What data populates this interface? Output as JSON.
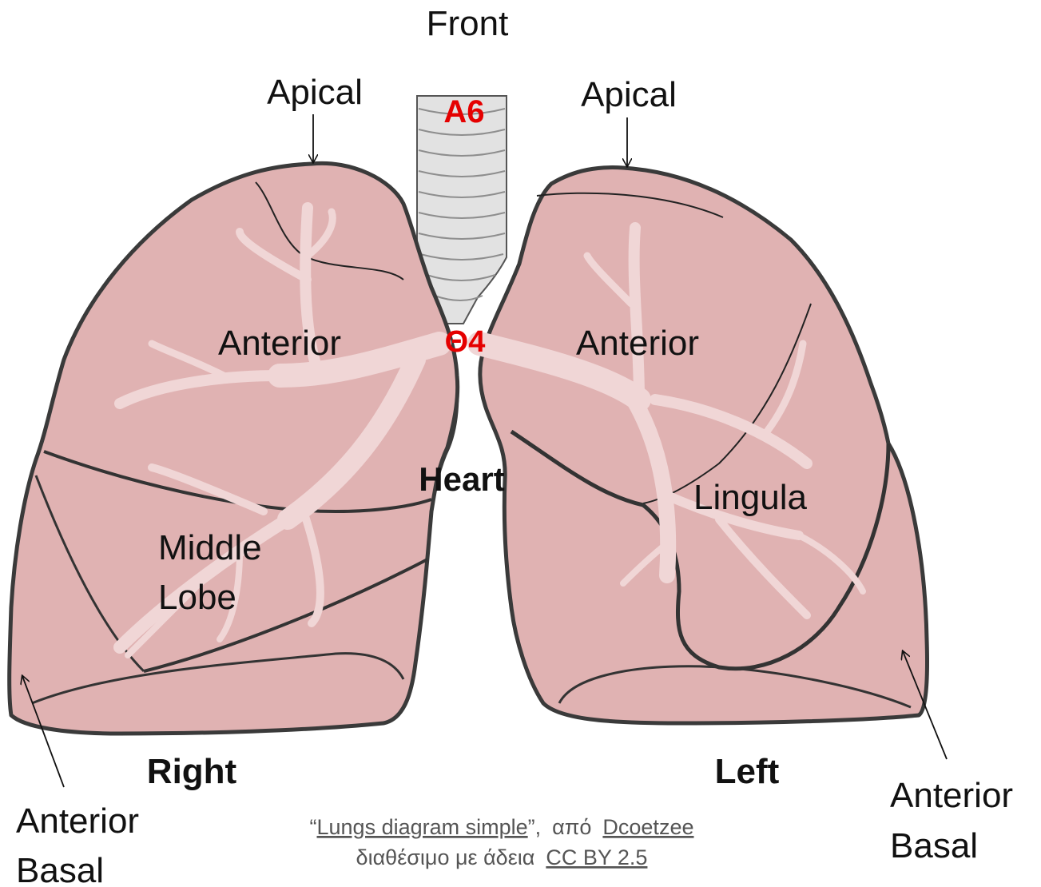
{
  "title": "Front",
  "labels": {
    "apical_right": "Apical",
    "apical_left": "Apical",
    "anterior_right": "Anterior",
    "anterior_left": "Anterior",
    "middle_lobe_line1": "Middle",
    "middle_lobe_line2": "Lobe",
    "lingula": "Lingula",
    "heart": "Heart",
    "right": "Right",
    "left": "Left",
    "anterior_basal_right_line1": "Anterior",
    "anterior_basal_right_line2": "Basal",
    "anterior_basal_left_line1": "Anterior",
    "anterior_basal_left_line2": "Basal"
  },
  "markers": {
    "trachea_marker": "A6",
    "carina_marker": "Θ4"
  },
  "credit": {
    "open_quote": "“",
    "title_link": "Lungs diagram simple",
    "close_quote": "”,",
    "from": "από",
    "author_link": "Dcoetzee",
    "available": "διαθέσιμο με άδεια",
    "license_link": "CC BY 2.5"
  },
  "colors": {
    "lung_fill": "#e0b2b2",
    "lung_outline": "#3a3a3a",
    "bronchi": "#f0d6d6",
    "trachea": "#e2e2e2",
    "marker_red": "#e50000"
  }
}
